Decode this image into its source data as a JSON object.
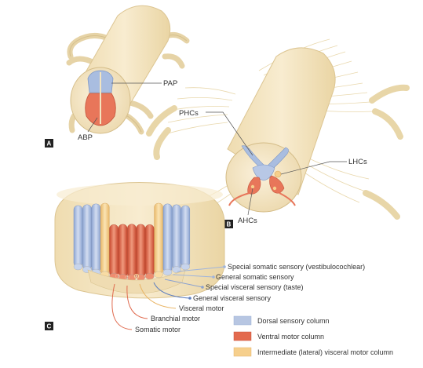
{
  "panels": {
    "a": "A",
    "b": "B",
    "c": "C"
  },
  "labels": {
    "pap": "PAP",
    "abp": "ABP",
    "phcs": "PHCs",
    "lhcs": "LHCs",
    "ahcs": "AHCs"
  },
  "fibers": [
    "Special somatic sensory (vestibulocochlear)",
    "General somatic sensory",
    "Special visceral sensory (taste)",
    "General visceral sensory",
    "Visceral motor",
    "Branchial motor",
    "Somatic motor"
  ],
  "legend": [
    {
      "label": "Dorsal sensory column",
      "color": "#b7c6e2"
    },
    {
      "label": "Ventral motor column",
      "color": "#e36a4e"
    },
    {
      "label": "Intermediate (lateral) visceral motor column",
      "color": "#f6cf8c"
    }
  ],
  "colors": {
    "cord": "#f3e4bf",
    "sensory": "#a9bde0",
    "motor": "#e8765a",
    "visceral": "#f6cf8c",
    "nerve": "#eddcb0"
  }
}
